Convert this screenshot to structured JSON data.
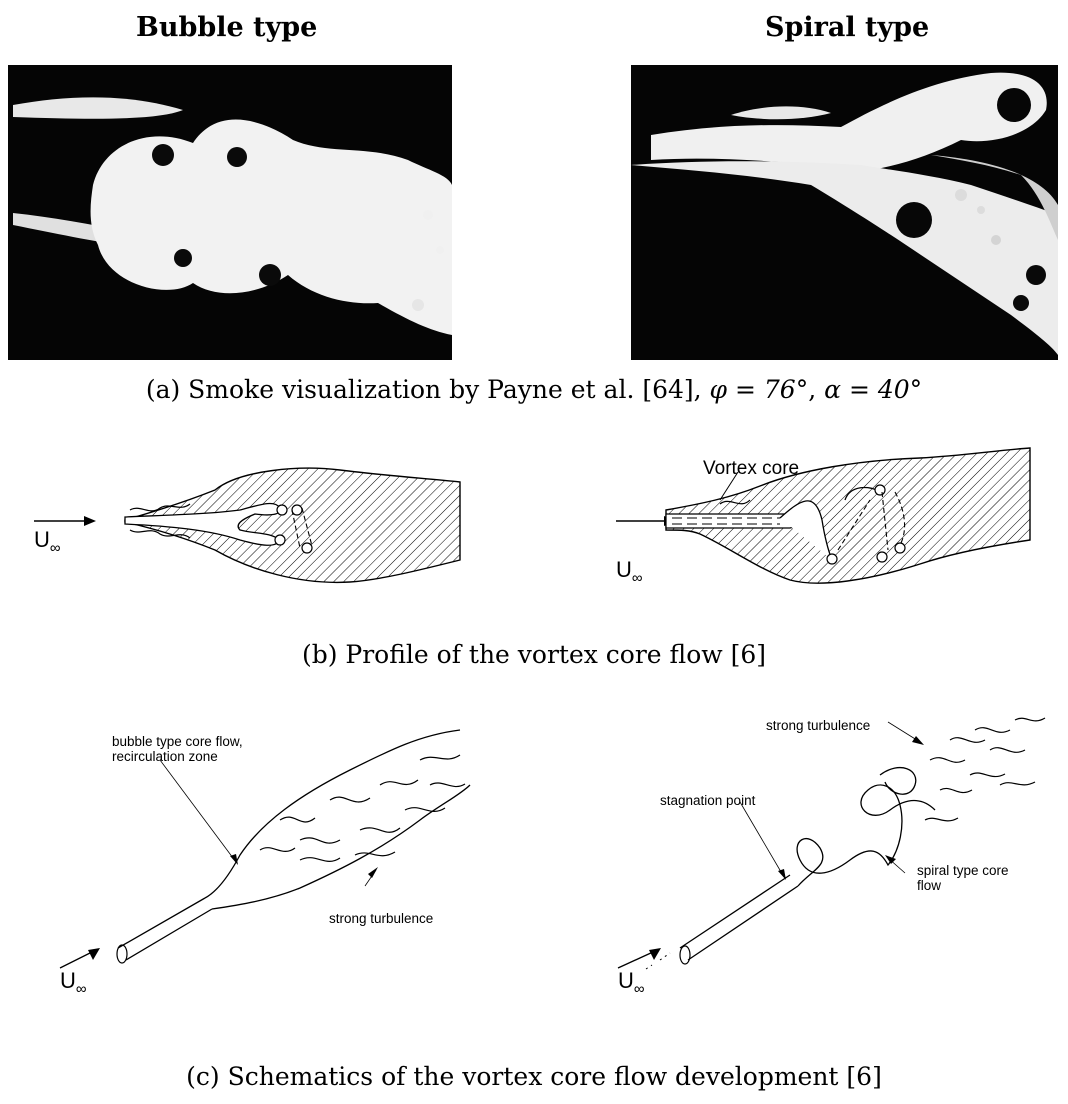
{
  "headings": {
    "left": "Bubble type",
    "right": "Spiral type"
  },
  "captions": {
    "a_prefix": "(a) Smoke visualization by Payne et al. [64], ",
    "a_phi": "φ = 76°",
    "a_sep": ", ",
    "a_alpha": "α = 40°",
    "b": "(b) Profile of the vortex core flow [6]",
    "c": "(c) Schematics of the vortex core flow development [6]"
  },
  "panel_b": {
    "vortex_core_label": "Vortex core",
    "freestream_symbol": "U",
    "freestream_subscript": "∞"
  },
  "panel_c": {
    "left_label_line1": "bubble type core flow,",
    "left_label_line2": "recirculation zone",
    "left_turbulence_label": "strong turbulence",
    "right_turbulence_label": "strong turbulence",
    "stagnation_label": "stagnation point",
    "spiral_label_line1": "spiral type core",
    "spiral_label_line2": "flow",
    "freestream_symbol": "U",
    "freestream_subscript": "∞"
  },
  "colors": {
    "photo_background": "#050505",
    "smoke": "#f2f2f2",
    "ink": "#000000"
  }
}
